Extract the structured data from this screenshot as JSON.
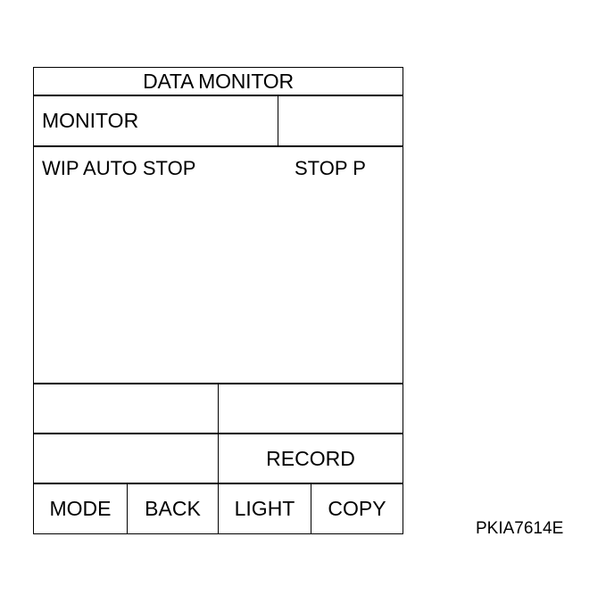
{
  "screen": {
    "title": "DATA MONITOR",
    "monitor_label": "MONITOR",
    "monitor_side_value": "",
    "items": [
      {
        "name": "WIP AUTO STOP",
        "value": "STOP P"
      }
    ],
    "info_cells": {
      "row1_left": "",
      "row1_right": "",
      "row2_left": ""
    },
    "buttons": {
      "record": "RECORD",
      "mode": "MODE",
      "back": "BACK",
      "light": "LIGHT",
      "copy": "COPY"
    }
  },
  "figure_code": "PKIA7614E"
}
